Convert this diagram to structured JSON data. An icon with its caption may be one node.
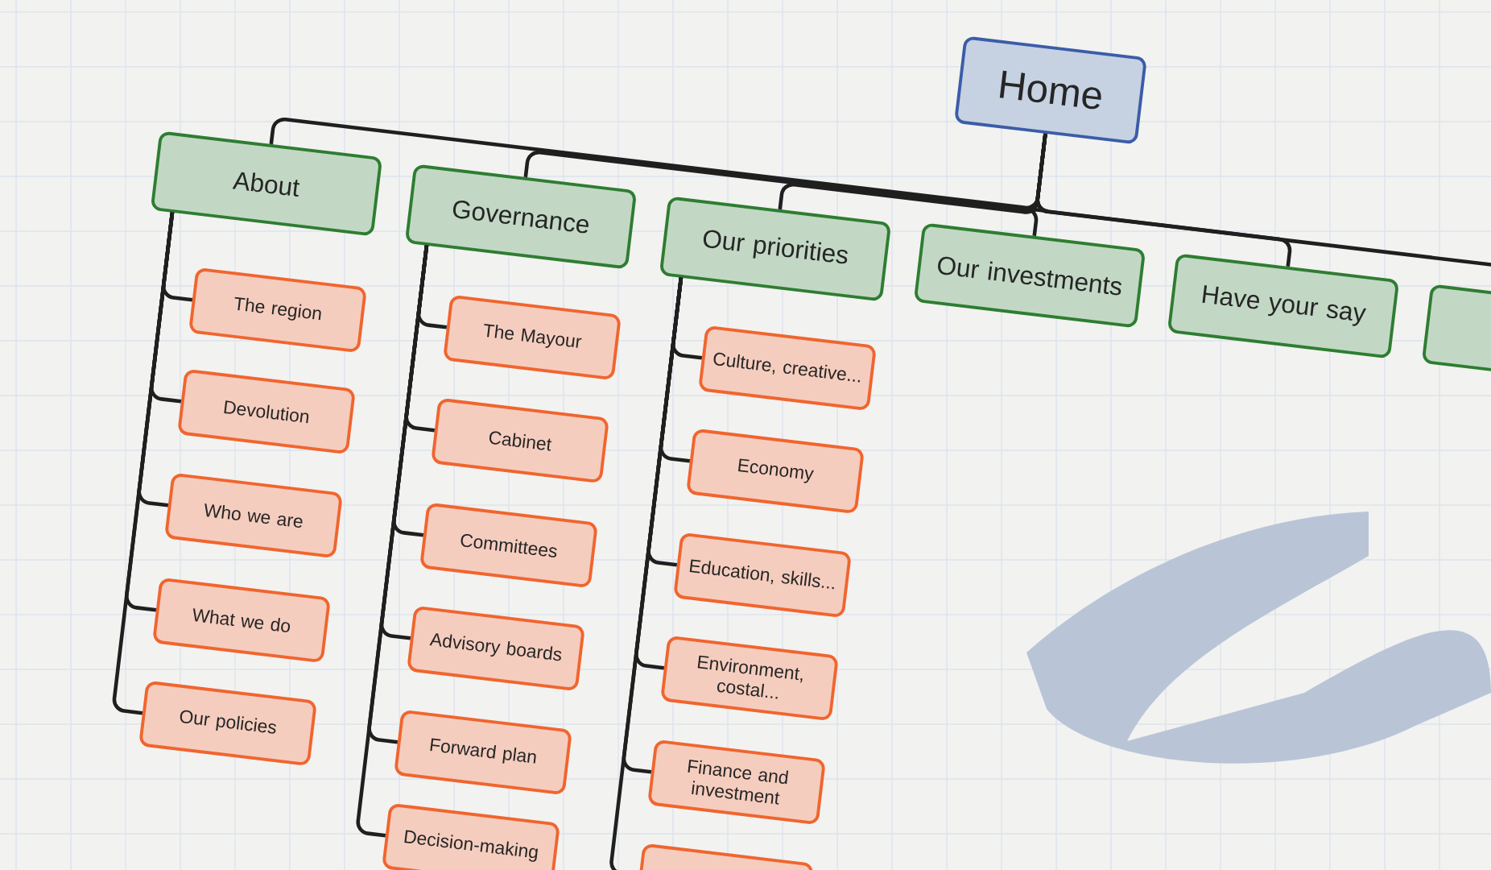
{
  "diagram": {
    "nodes": [
      {
        "text": [
          "Home"
        ]
      },
      {
        "text": [
          "About"
        ]
      },
      {
        "text": [
          "Governance"
        ]
      },
      {
        "text": [
          "Our priorities"
        ]
      },
      {
        "text": [
          "Our investments"
        ]
      },
      {
        "text": [
          "Have your say"
        ]
      },
      {
        "text": [],
        "shape": "box"
      },
      {
        "text": [
          "The region"
        ]
      },
      {
        "text": [
          "Devolution"
        ]
      },
      {
        "text": [
          "Who we are"
        ]
      },
      {
        "text": [
          "What we do"
        ]
      },
      {
        "text": [
          "Our policies"
        ]
      },
      {
        "text": [
          "The Mayour"
        ]
      },
      {
        "text": [
          "Cabinet"
        ]
      },
      {
        "text": [
          "Committees"
        ]
      },
      {
        "text": [
          "Advisory boards"
        ]
      },
      {
        "text": [
          "Forward plan"
        ]
      },
      {
        "text": [
          "Decision-making"
        ]
      },
      {
        "text": [
          "Culture, creative..."
        ]
      },
      {
        "text": [
          "Economy"
        ]
      },
      {
        "text": [
          "Education, skills..."
        ]
      },
      {
        "text": [
          "Environment, costal..."
        ]
      },
      {
        "text": [
          "Finance and investment"
        ]
      },
      {
        "text": [],
        "shape": "box"
      }
    ],
    "edges": [
      {
        "from": 0,
        "to": 1,
        "arrow": "none"
      },
      {
        "from": 0,
        "to": 2,
        "arrow": "none"
      },
      {
        "from": 0,
        "to": 3,
        "arrow": "none"
      },
      {
        "from": 0,
        "to": 4,
        "arrow": "none"
      },
      {
        "from": 0,
        "to": 5,
        "arrow": "none"
      },
      {
        "from": 0,
        "to": 6,
        "arrow": "none"
      },
      {
        "from": 1,
        "to": 7,
        "arrow": "none"
      },
      {
        "from": 1,
        "to": 8,
        "arrow": "none"
      },
      {
        "from": 1,
        "to": 9,
        "arrow": "none"
      },
      {
        "from": 1,
        "to": 10,
        "arrow": "none"
      },
      {
        "from": 1,
        "to": 11,
        "arrow": "none"
      },
      {
        "from": 2,
        "to": 12,
        "arrow": "none"
      },
      {
        "from": 2,
        "to": 13,
        "arrow": "none"
      },
      {
        "from": 2,
        "to": 14,
        "arrow": "none"
      },
      {
        "from": 2,
        "to": 15,
        "arrow": "none"
      },
      {
        "from": 2,
        "to": 16,
        "arrow": "none"
      },
      {
        "from": 2,
        "to": 17,
        "arrow": "none"
      },
      {
        "from": 3,
        "to": 18,
        "arrow": "none"
      },
      {
        "from": 3,
        "to": 19,
        "arrow": "none"
      },
      {
        "from": 3,
        "to": 20,
        "arrow": "none"
      },
      {
        "from": 3,
        "to": 21,
        "arrow": "none"
      },
      {
        "from": 3,
        "to": 22,
        "arrow": "none"
      },
      {
        "from": 3,
        "to": 23,
        "arrow": "none"
      }
    ]
  }
}
